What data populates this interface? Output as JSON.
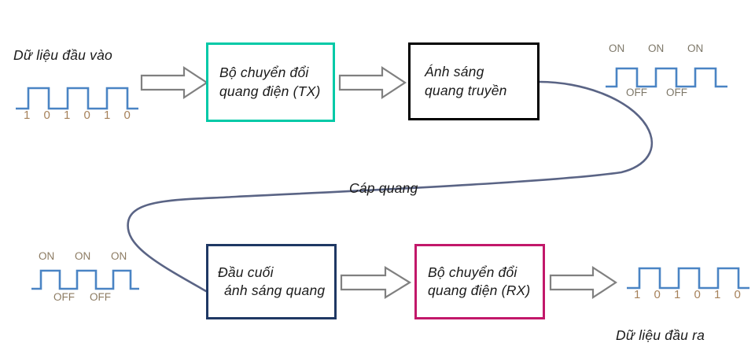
{
  "diagram": {
    "title": "Fiber optic transmission block diagram",
    "colors": {
      "tx_border": "#00C9A7",
      "light_border": "#000000",
      "terminal_border": "#1F3864",
      "rx_border": "#C2186A",
      "arrow_outline": "#808080",
      "cable": "#5A6485",
      "waveform": "#4A84C4",
      "digit_text": "#A6825B",
      "onoff_text": "#8C7B62",
      "background": "#FFFFFF"
    },
    "boxes": {
      "tx": {
        "line1": "Bộ chuyển đổi",
        "line2": "quang điện (TX)"
      },
      "light": {
        "line1": "Ánh sáng",
        "line2": "quang truyền"
      },
      "terminal": {
        "line1": "Đầu cuối",
        "line2": "ánh sáng quang"
      },
      "rx": {
        "line1": "Bộ chuyển đổi",
        "line2": "quang điện (RX)"
      }
    },
    "labels": {
      "input": "Dữ liệu đầu vào",
      "output": "Dữ liệu đầu ra",
      "cable": "Cáp quang"
    },
    "waveforms": {
      "input_digits": "1 0 1 0 1 0",
      "output_digits": "1 0 1 0 1 0",
      "on_label": "ON",
      "off_label": "OFF",
      "optical_top": {
        "on": [
          "ON",
          "ON",
          "ON"
        ],
        "off": [
          "OFF",
          "OFF"
        ]
      },
      "optical_bottom": {
        "on": [
          "ON",
          "ON",
          "ON"
        ],
        "off": [
          "OFF",
          "OFF"
        ]
      }
    },
    "flow": [
      "Dữ liệu đầu vào",
      "Bộ chuyển đổi quang điện (TX)",
      "Ánh sáng quang truyền",
      "Cáp quang",
      "Đầu cuối ánh sáng quang",
      "Bộ chuyển đổi quang điện (RX)",
      "Dữ liệu đầu ra"
    ]
  }
}
